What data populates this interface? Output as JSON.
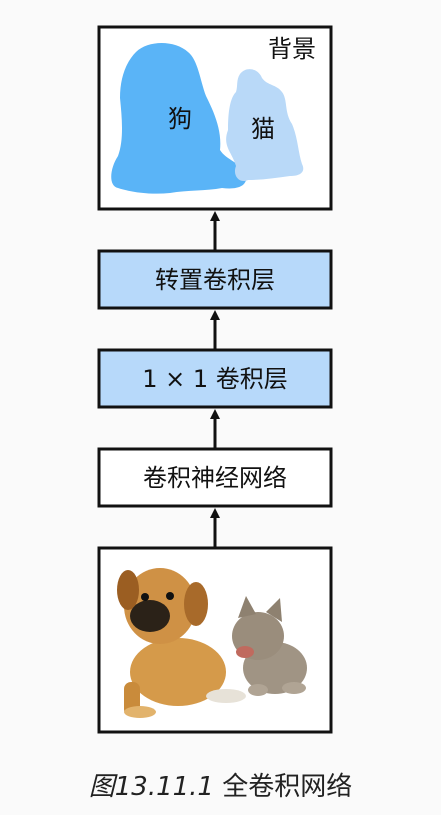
{
  "output_box": {
    "background_label": "背景",
    "dog_label": "狗",
    "cat_label": "猫"
  },
  "layers": {
    "transposed_conv": "转置卷积层",
    "conv_1x1": "1 × 1 卷积层",
    "cnn": "卷积神经网络"
  },
  "caption": {
    "figure_number": "图13.11.1",
    "title": "全卷积网络"
  },
  "colors": {
    "dog_mask": "#5ab4f7",
    "cat_mask": "#b9d9f8",
    "layer_fill": "#b7d9fa",
    "stroke": "#111111"
  }
}
